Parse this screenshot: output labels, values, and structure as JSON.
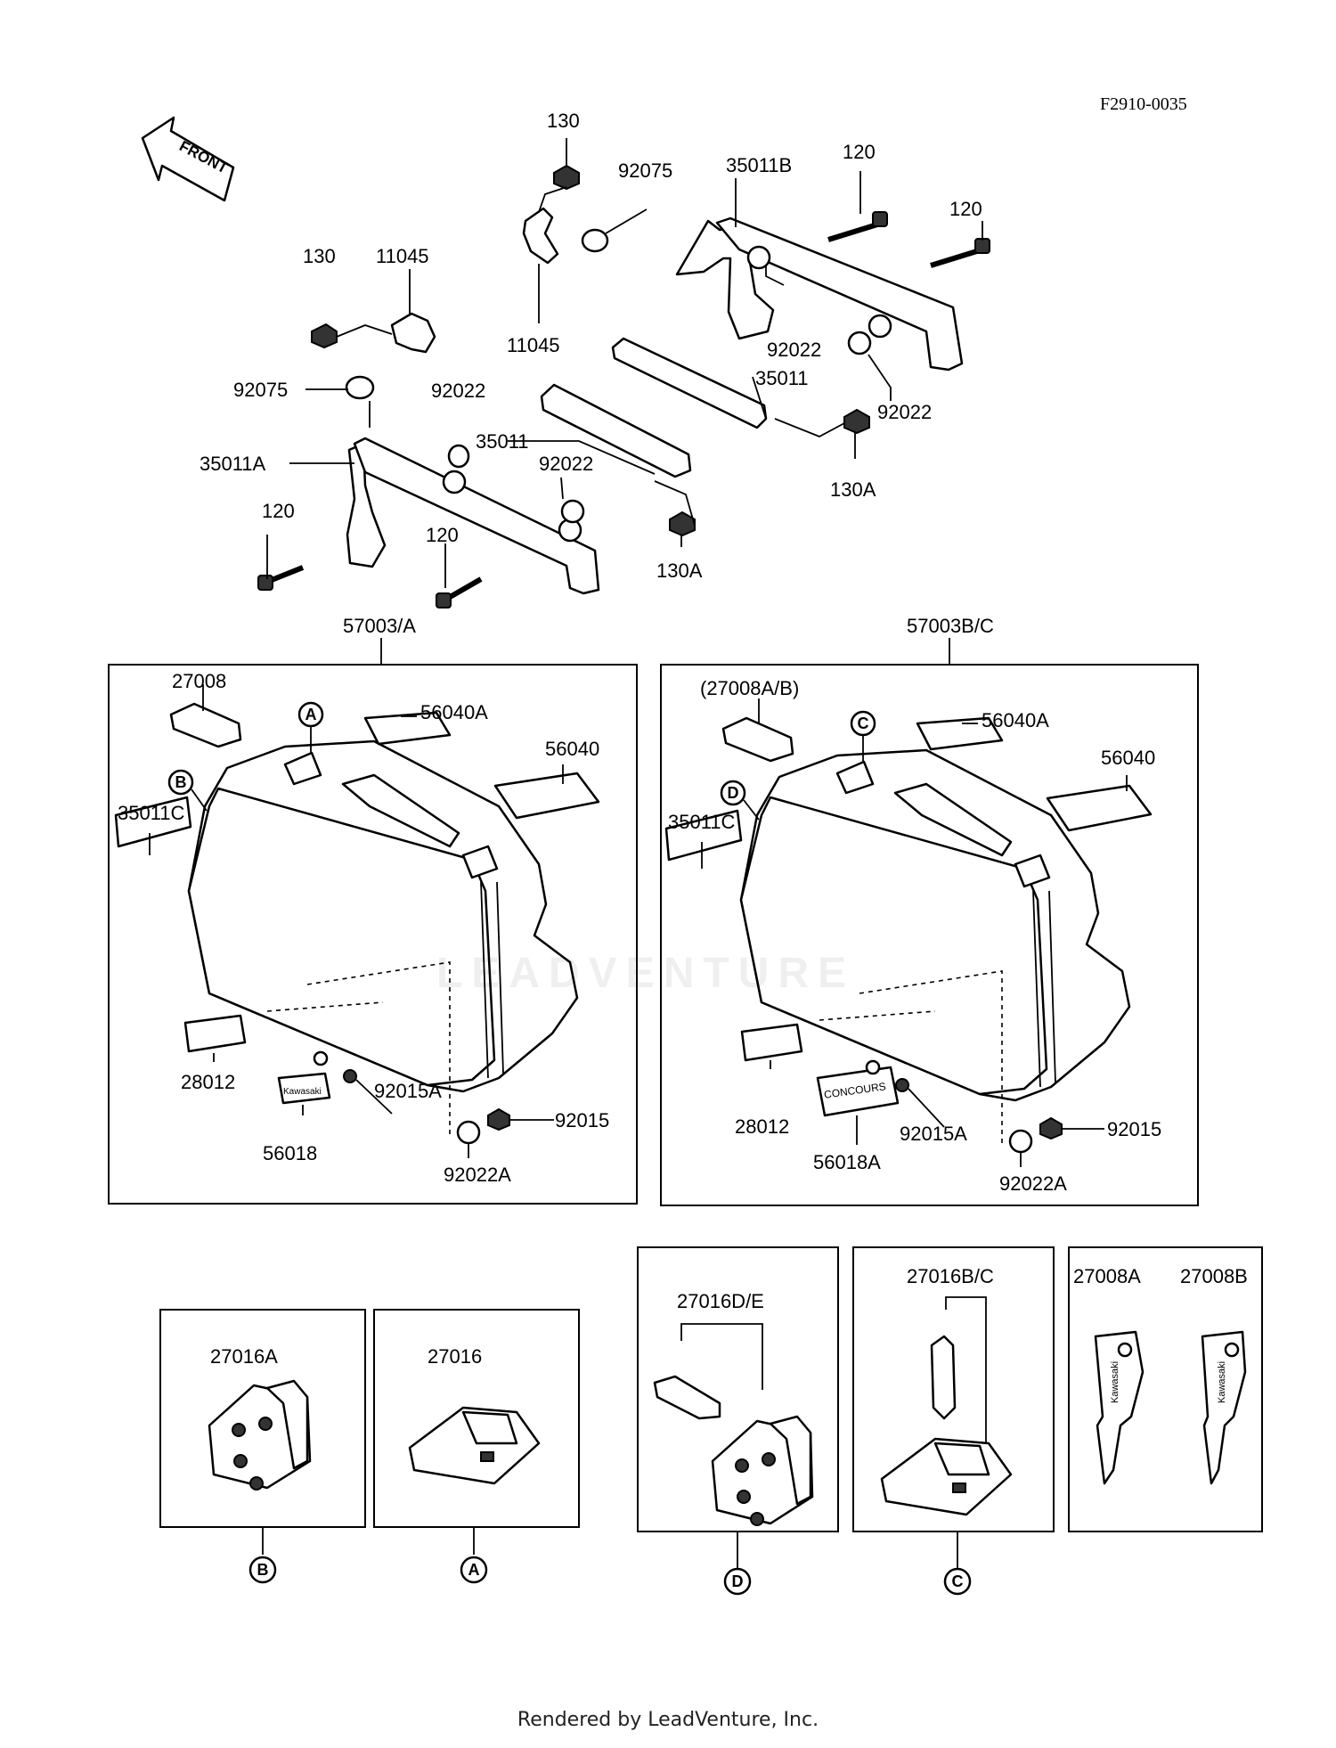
{
  "diagram_code": "F2910-0035",
  "front_arrow_label": "FRONT",
  "watermark": "LEADVENTURE",
  "footer": "Rendered by LeadVenture, Inc.",
  "mount_labels": {
    "p130_top": "130",
    "p92075_top": "92075",
    "p35011B": "35011B",
    "p120_a": "120",
    "p120_b": "120",
    "p130_left": "130",
    "p11045_left": "11045",
    "p11045_mid": "11045",
    "p92022_b1": "92022",
    "p35011_right": "35011",
    "p92075_left": "92075",
    "p92022_left": "92022",
    "p92022_b2": "92022",
    "p35011_left": "35011",
    "p92022_mid": "92022",
    "p35011A": "35011A",
    "p130A_right": "130A",
    "p120_c": "120",
    "p120_d": "120",
    "p130A_mid": "130A"
  },
  "left_case": {
    "title": "57003/A",
    "labels": {
      "l27008": "27008",
      "l56040A": "56040A",
      "l56040": "56040",
      "l35011C": "35011C",
      "l28012": "28012",
      "l92015A": "92015A",
      "l92015": "92015",
      "l56018": "56018",
      "l92022A": "92022A"
    },
    "circle_top": "A",
    "circle_side": "B",
    "emblem": "Kawasaki"
  },
  "right_case": {
    "title": "57003B/C",
    "labels": {
      "l27008": "(27008A/B)",
      "l56040A": "56040A",
      "l56040": "56040",
      "l35011C": "35011C",
      "l28012": "28012",
      "l92015A": "92015A",
      "l92015": "92015",
      "l56018": "56018A",
      "l92022A": "92022A"
    },
    "circle_top": "C",
    "circle_side": "D",
    "emblem": "CONCOURS"
  },
  "latch_boxes": {
    "b27016A": {
      "label": "27016A",
      "ref": "B"
    },
    "b27016": {
      "label": "27016",
      "ref": "A"
    },
    "b27016DE": {
      "label": "27016D/E",
      "ref": "D"
    },
    "b27016BC": {
      "label": "27016B/C",
      "ref": "C"
    },
    "keys": {
      "label_a": "27008A",
      "label_b": "27008B",
      "key_text": "Kawasaki"
    }
  }
}
